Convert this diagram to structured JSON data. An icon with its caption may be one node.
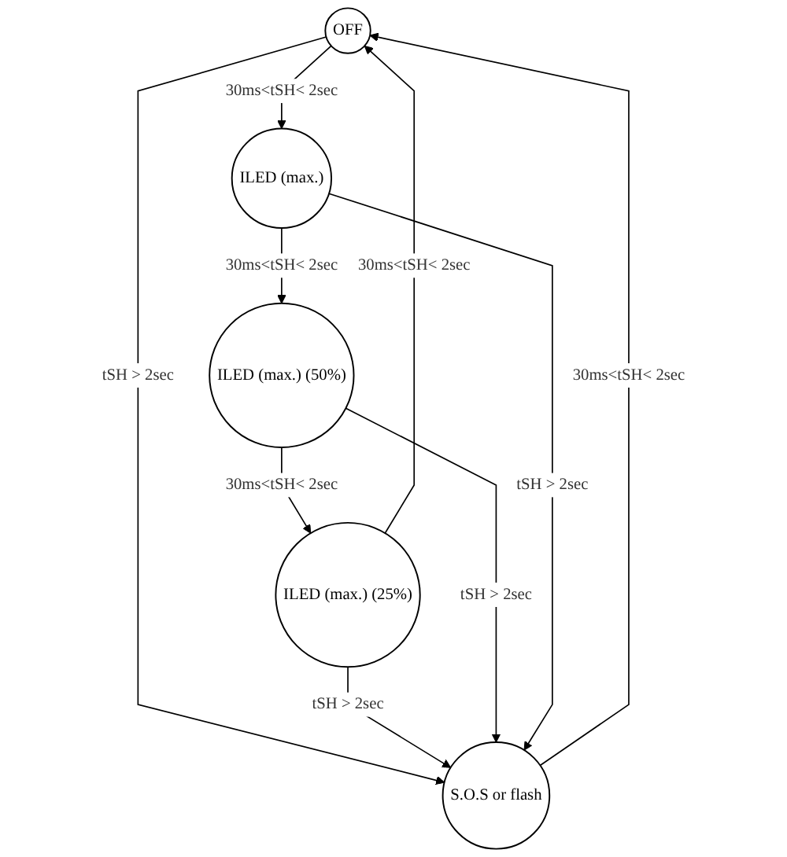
{
  "diagram": {
    "nodes": [
      {
        "text": [
          "OFF"
        ]
      },
      {
        "text": [
          "ILED (max.)"
        ]
      },
      {
        "text": [
          "ILED (max.) (50%)"
        ]
      },
      {
        "text": [
          "ILED (max.) (25%)"
        ]
      },
      {
        "text": [
          "S.O.S or flash"
        ]
      }
    ],
    "edges": [
      {
        "from": 0,
        "to": 1,
        "arrow": "to",
        "label": "30ms<tSH< 2sec"
      },
      {
        "from": 1,
        "to": 2,
        "arrow": "to",
        "label": "30ms<tSH< 2sec"
      },
      {
        "from": 2,
        "to": 3,
        "arrow": "to",
        "label": "30ms<tSH< 2sec"
      },
      {
        "from": 3,
        "to": 0,
        "arrow": "to",
        "label": "30ms<tSH< 2sec"
      },
      {
        "from": 0,
        "to": 4,
        "arrow": "to",
        "label": "tSH > 2sec"
      },
      {
        "from": 3,
        "to": 4,
        "arrow": "to",
        "label": "tSH > 2sec"
      },
      {
        "from": 2,
        "to": 4,
        "arrow": "to",
        "label": "tSH > 2sec"
      },
      {
        "from": 1,
        "to": 4,
        "arrow": "to",
        "label": "tSH > 2sec"
      },
      {
        "from": 4,
        "to": 0,
        "arrow": "to",
        "label": "30ms<tSH< 2sec"
      }
    ]
  }
}
